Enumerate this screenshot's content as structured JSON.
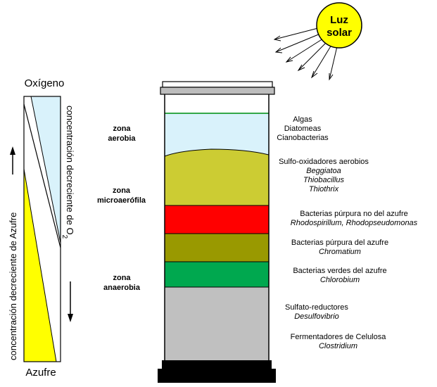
{
  "sun": {
    "line1": "Luz",
    "line2": "solar",
    "color": "#ffff00"
  },
  "gradient": {
    "top_label": "Oxígeno",
    "bottom_label": "Azufre",
    "oxygen_text": "concentración decreciente de O2",
    "oxygen_text_main": "concentración decreciente de O",
    "oxygen_text_sub": "2",
    "sulfur_text": "concentración decreciente de Azufre",
    "oxygen_color": "#d9f2fb",
    "sulfur_color": "#ffff00"
  },
  "zones": [
    {
      "line1": "zona",
      "line2": "aerobia"
    },
    {
      "line1": "zona",
      "line2": "microaerófila"
    },
    {
      "line1": "zona",
      "line2": "anaerobia"
    }
  ],
  "layers": [
    {
      "name": "water",
      "color": "#d9f2fb"
    },
    {
      "name": "sulfur-oxidizers",
      "color": "#cccc33"
    },
    {
      "name": "purple-nonsulfur",
      "color": "#ff0000"
    },
    {
      "name": "purple-sulfur",
      "color": "#999900"
    },
    {
      "name": "green-sulfur",
      "color": "#00a84f"
    },
    {
      "name": "sediment",
      "color": "#c0c0c0"
    }
  ],
  "organisms": [
    {
      "lines": [
        "Algas",
        "Diatomeas",
        "Cianobacterias"
      ],
      "italic": []
    },
    {
      "lines": [
        "Sulfo-oxidadores aerobios"
      ],
      "italic": [
        "Beggiatoa",
        "Thiobacillus",
        "Thiothrix"
      ]
    },
    {
      "lines": [
        "Bacterias púrpura no del azufre"
      ],
      "italic": [
        "Rhodospirillum, Rhodopseudomonas"
      ]
    },
    {
      "lines": [
        "Bacterias púrpura del azufre"
      ],
      "italic": [
        "Chromatium"
      ]
    },
    {
      "lines": [
        "Bacterias verdes del azufre"
      ],
      "italic": [
        "Chlorobium"
      ]
    },
    {
      "lines": [
        "Sulfato-reductores"
      ],
      "italic": [
        "Desulfovibrio"
      ]
    },
    {
      "lines": [
        "Fermentadores de Celulosa"
      ],
      "italic": [
        "Clostridium"
      ]
    }
  ]
}
